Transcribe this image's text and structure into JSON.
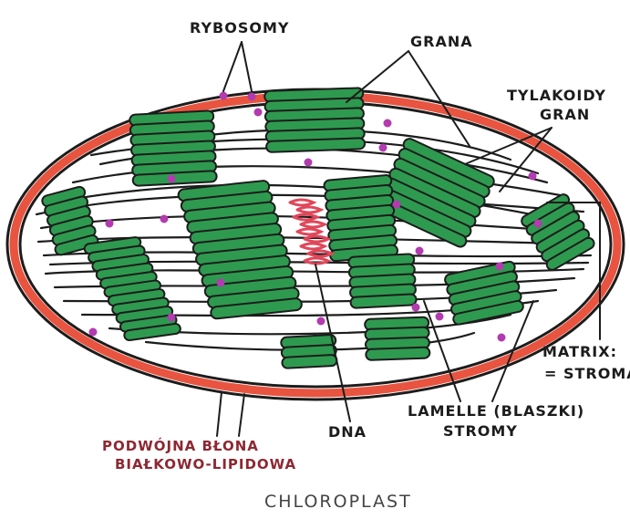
{
  "title": "CHLOROPLAST",
  "labels": {
    "rybosomy": "RYBOSOMY",
    "grana": "GRANA",
    "tylakoidy_line1": "TYLAKOIDY",
    "tylakoidy_line2": "GRAN",
    "matrix_line1": "MATRIX:",
    "matrix_line2": "= STROMA",
    "lamelle_line1": "LAMELLE (BLASZKI)",
    "lamelle_line2": "STROMY",
    "dna": "DNA",
    "blona_line1": "PODWÓJNA BŁONA",
    "blona_line2": "BIAŁKOWO-LIPIDOWA"
  },
  "colors": {
    "membrane": "#e8543f",
    "thylakoid": "#2e9a4f",
    "ribosome": "#b23bb0",
    "dna": "#e0475a",
    "ink": "#1c1c1c",
    "label_red": "#8e2732"
  }
}
